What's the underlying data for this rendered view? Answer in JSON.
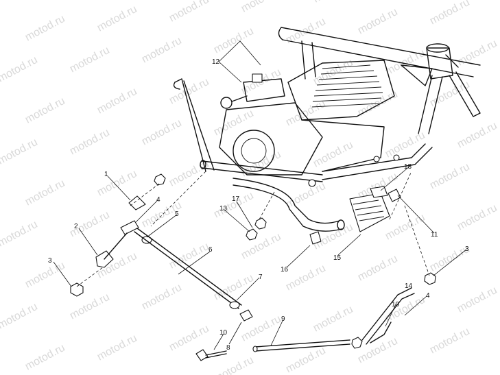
{
  "diagram": {
    "watermark": "motod.ru",
    "callouts": [
      "1",
      "2",
      "3",
      "4",
      "5",
      "6",
      "7",
      "8",
      "9",
      "10",
      "11",
      "12",
      "13",
      "14",
      "15",
      "16",
      "17",
      "18",
      "3",
      "4",
      "10"
    ]
  }
}
